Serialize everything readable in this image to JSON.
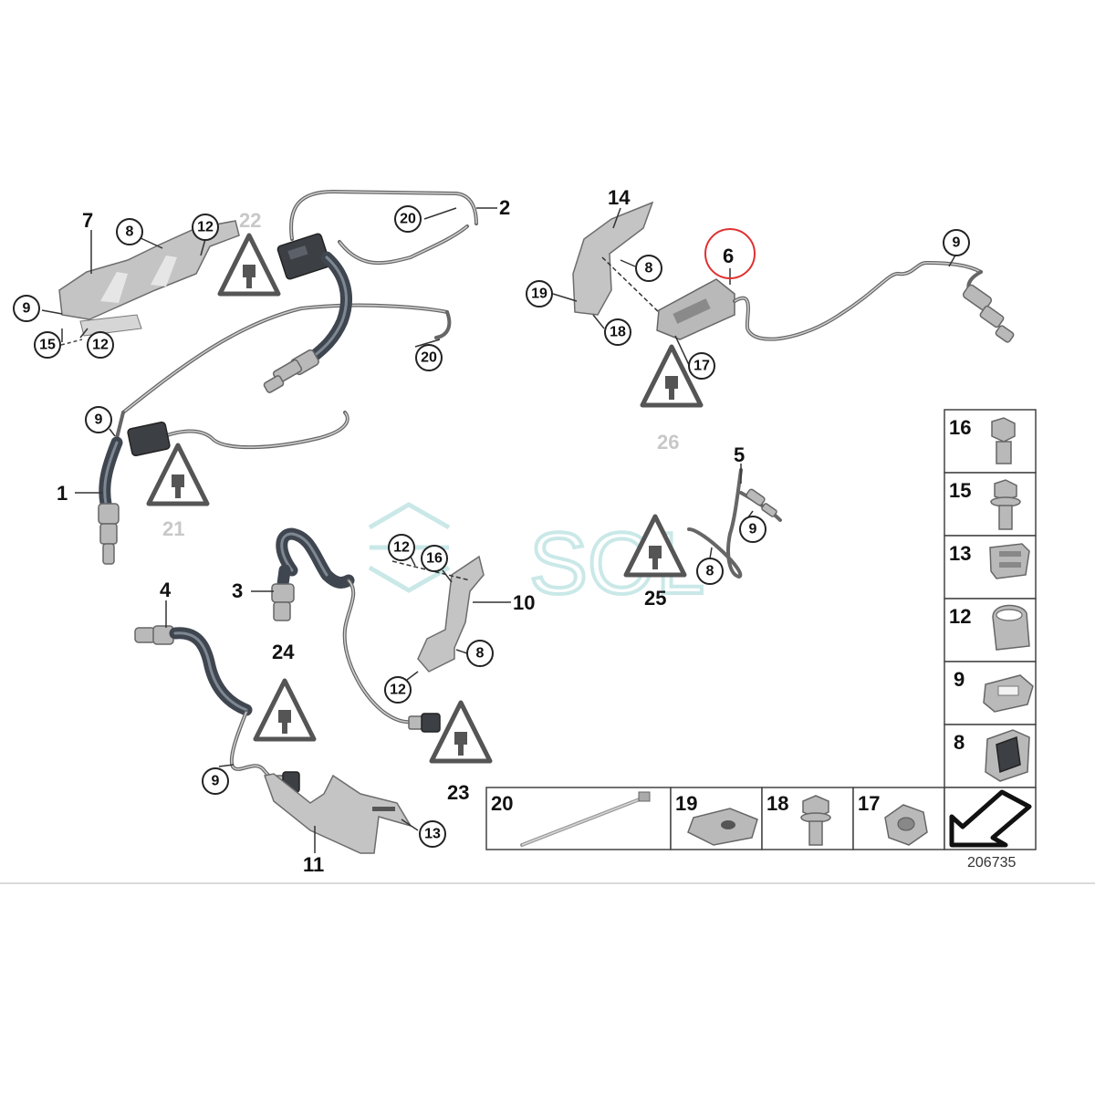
{
  "callouts_plain": [
    {
      "id": "c7",
      "label": "7"
    },
    {
      "id": "c22",
      "label": "22"
    },
    {
      "id": "c2",
      "label": "2"
    },
    {
      "id": "c14",
      "label": "14"
    },
    {
      "id": "c6",
      "label": "6"
    },
    {
      "id": "c1",
      "label": "1"
    },
    {
      "id": "c21",
      "label": "21"
    },
    {
      "id": "c26",
      "label": "26"
    },
    {
      "id": "c5",
      "label": "5"
    },
    {
      "id": "c4",
      "label": "4"
    },
    {
      "id": "c3",
      "label": "3"
    },
    {
      "id": "c10",
      "label": "10"
    },
    {
      "id": "c25",
      "label": "25"
    },
    {
      "id": "c24",
      "label": "24"
    },
    {
      "id": "c23",
      "label": "23"
    },
    {
      "id": "c11",
      "label": "11"
    }
  ],
  "callouts_circled": [
    {
      "id": "k8a",
      "label": "8"
    },
    {
      "id": "k12a",
      "label": "12"
    },
    {
      "id": "k9a",
      "label": "9"
    },
    {
      "id": "k15",
      "label": "15"
    },
    {
      "id": "k12b",
      "label": "12"
    },
    {
      "id": "k20a",
      "label": "20"
    },
    {
      "id": "k20b",
      "label": "20"
    },
    {
      "id": "k9b",
      "label": "9"
    },
    {
      "id": "k8b",
      "label": "8"
    },
    {
      "id": "k19",
      "label": "19"
    },
    {
      "id": "k18",
      "label": "18"
    },
    {
      "id": "k17",
      "label": "17"
    },
    {
      "id": "k9c",
      "label": "9"
    },
    {
      "id": "k9d",
      "label": "9"
    },
    {
      "id": "k8c",
      "label": "8"
    },
    {
      "id": "k12c",
      "label": "12"
    },
    {
      "id": "k16",
      "label": "16"
    },
    {
      "id": "k8d",
      "label": "8"
    },
    {
      "id": "k12d",
      "label": "12"
    },
    {
      "id": "k9e",
      "label": "9"
    },
    {
      "id": "k13",
      "label": "13"
    }
  ],
  "parts_table_right": [
    "16",
    "15",
    "13",
    "12",
    "9",
    "8"
  ],
  "parts_table_bottom": [
    "20",
    "19",
    "18",
    "17"
  ],
  "watermark": "SOL",
  "diagram_ref": "206735"
}
